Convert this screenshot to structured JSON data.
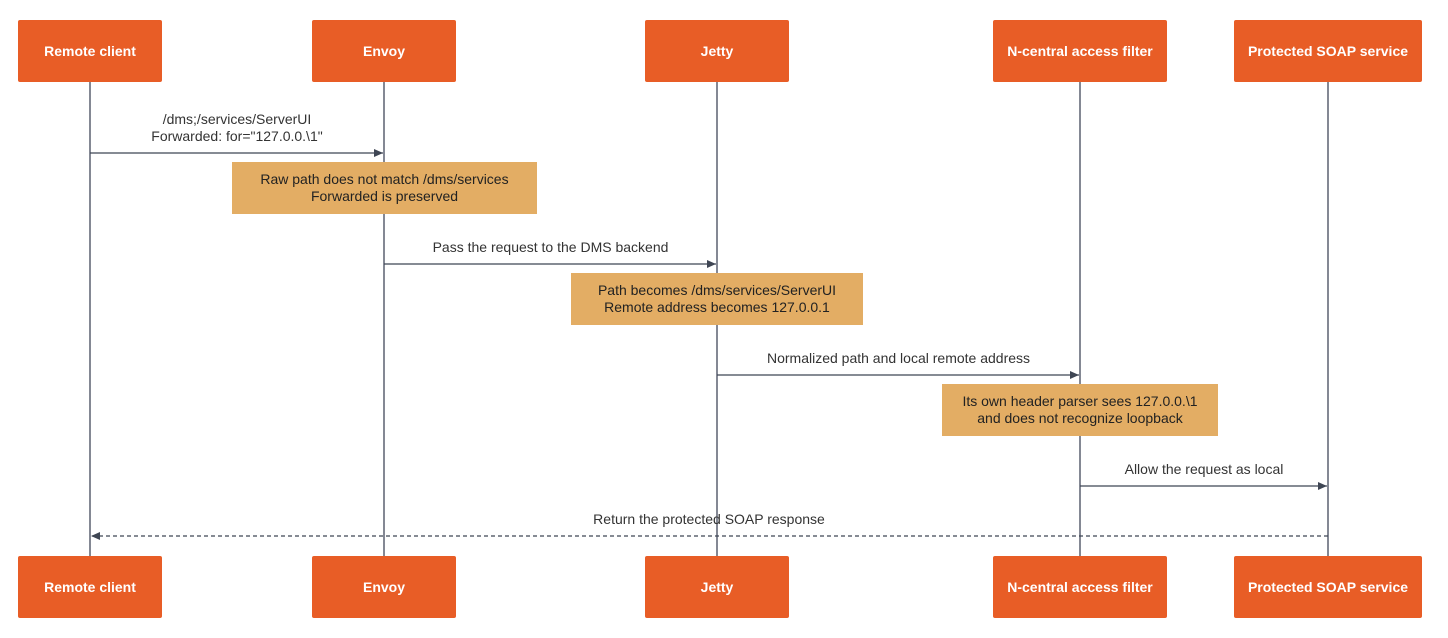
{
  "participants": [
    {
      "id": "remote-client",
      "label": "Remote client"
    },
    {
      "id": "envoy",
      "label": "Envoy"
    },
    {
      "id": "jetty",
      "label": "Jetty"
    },
    {
      "id": "access-filter",
      "label": "N-central access filter"
    },
    {
      "id": "soap-service",
      "label": "Protected SOAP service"
    }
  ],
  "messages": [
    {
      "from": "remote-client",
      "to": "envoy",
      "lines": [
        "/dms;/services/ServerUI",
        "Forwarded: for=\"127.0.0.\\1\""
      ],
      "style": "solid"
    },
    {
      "from": "envoy",
      "to": "jetty",
      "lines": [
        "Pass the request to the DMS backend"
      ],
      "style": "solid"
    },
    {
      "from": "jetty",
      "to": "access-filter",
      "lines": [
        "Normalized path and local remote address"
      ],
      "style": "solid"
    },
    {
      "from": "access-filter",
      "to": "soap-service",
      "lines": [
        "Allow the request as local"
      ],
      "style": "solid"
    },
    {
      "from": "soap-service",
      "to": "remote-client",
      "lines": [
        "Return the protected SOAP response"
      ],
      "style": "dashed"
    }
  ],
  "notes": [
    {
      "over": "envoy",
      "lines": [
        "Raw path does not match /dms/services",
        "Forwarded is preserved"
      ]
    },
    {
      "over": "jetty",
      "lines": [
        "Path becomes /dms/services/ServerUI",
        "Remote address becomes 127.0.0.1"
      ]
    },
    {
      "over": "access-filter",
      "lines": [
        "Its own header parser sees 127.0.0.\\1",
        "and does not recognize loopback"
      ]
    }
  ],
  "colors": {
    "participant": "#e85d26",
    "note": "#e3ad64",
    "lifeline": "#5b6170",
    "arrow": "#3f4654"
  }
}
